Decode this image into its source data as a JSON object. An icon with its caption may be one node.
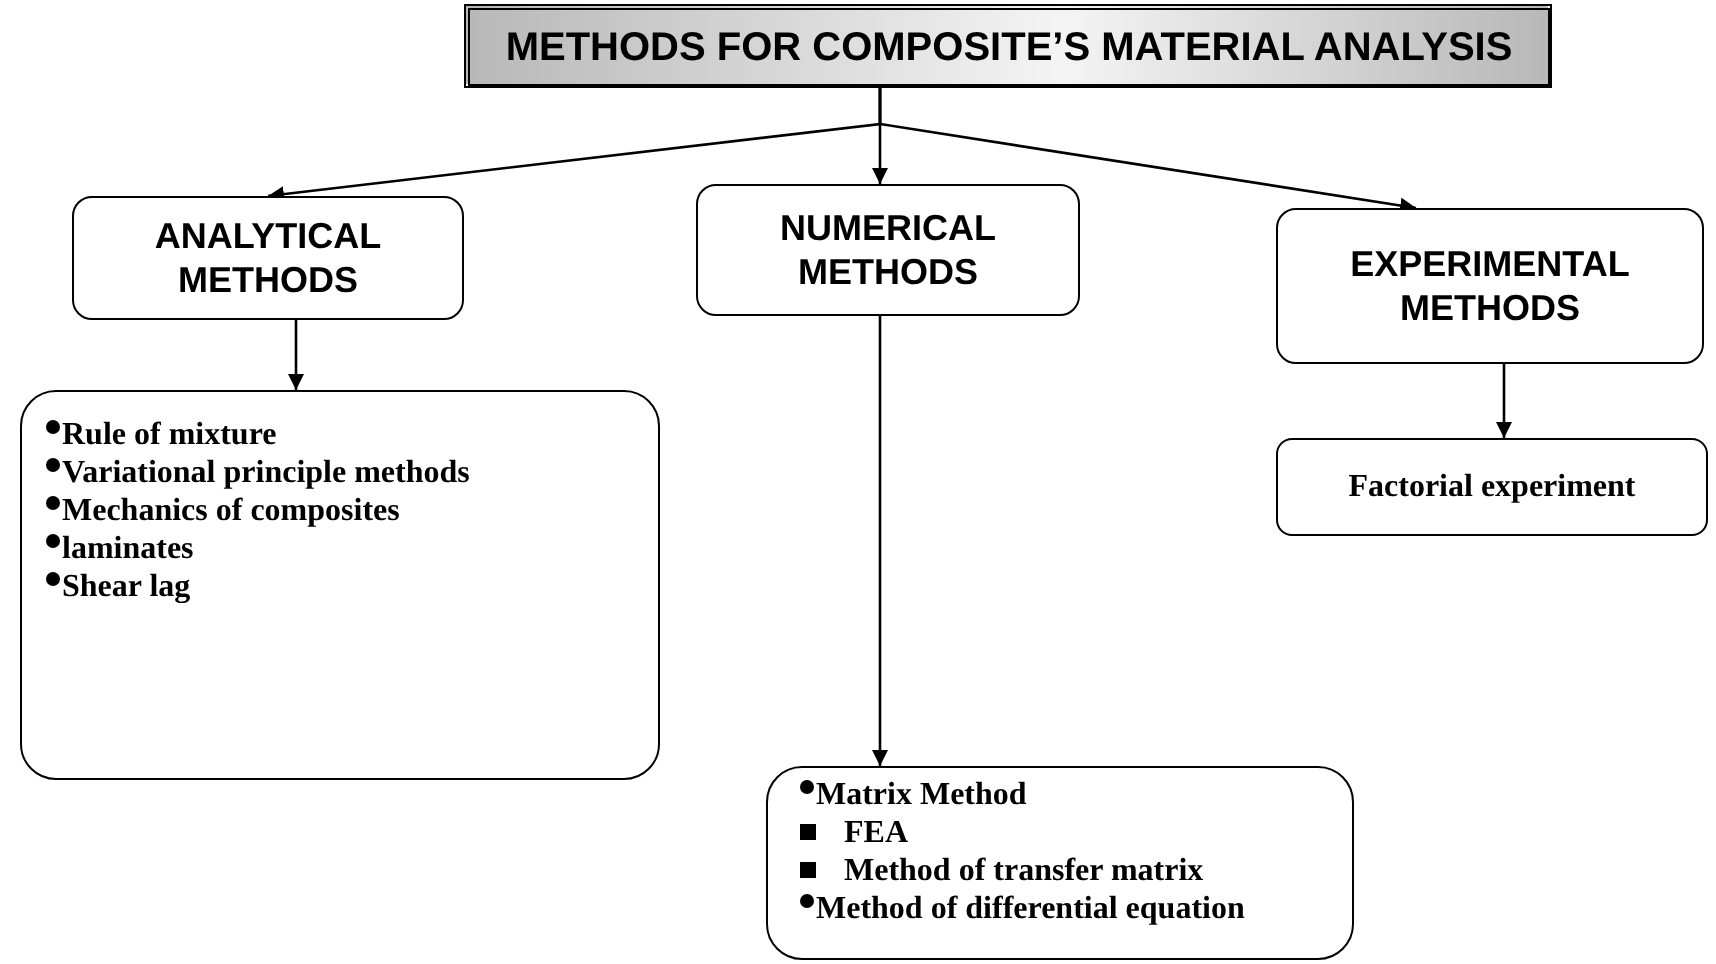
{
  "diagram": {
    "nodes": [
      {
        "text": [
          "METHODS FOR COMPOSITE’S MATERIAL ANALYSIS"
        ]
      },
      {
        "text": [
          "ANALYTICAL METHODS"
        ]
      },
      {
        "text": [
          "NUMERICAL METHODS"
        ]
      },
      {
        "text": [
          "EXPERIMENTAL METHODS"
        ]
      },
      {
        "text": [
          "Rule of mixture",
          "Variational principle methods",
          "Mechanics of composites",
          "laminates",
          "Shear lag"
        ]
      },
      {
        "text": [
          "Matrix Method",
          "FEA",
          "Method of transfer matrix",
          "Method of differential equation"
        ]
      },
      {
        "text": [
          "Factorial experiment"
        ]
      }
    ],
    "edges": [
      {
        "from": 0,
        "to": 1,
        "arrow": "to"
      },
      {
        "from": 0,
        "to": 2,
        "arrow": "to"
      },
      {
        "from": 0,
        "to": 3,
        "arrow": "to"
      },
      {
        "from": 1,
        "to": 4,
        "arrow": "to"
      },
      {
        "from": 2,
        "to": 5,
        "arrow": "to"
      },
      {
        "from": 3,
        "to": 6,
        "arrow": "to"
      }
    ]
  }
}
